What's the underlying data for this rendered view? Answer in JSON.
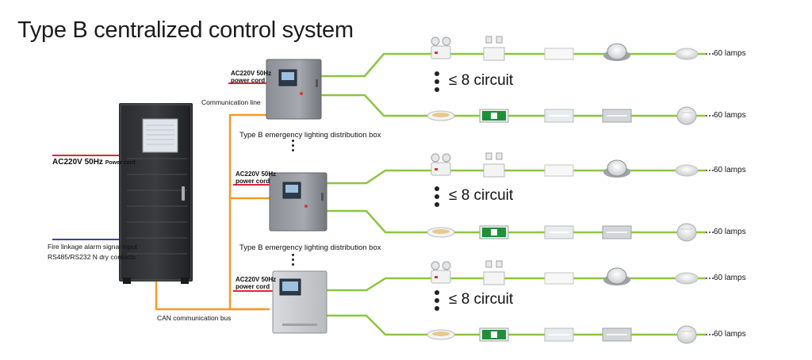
{
  "title": "Type B centralized control system",
  "cabinet": {
    "power_label_main": "AC220V 50Hz",
    "power_label_sub": "Power cord",
    "fire_signal_label": "Fire linkage alarm signal input",
    "rs485_label": "RS485/RS232 N dry contacts",
    "can_bus_label": "CAN communication bus"
  },
  "communication_line_label": "Communication line",
  "boxes": [
    {
      "power_label": "AC220V 50Hz",
      "power_cord_label": "power cord",
      "caption": "Type B emergency lighting distribution box"
    },
    {
      "power_label": "AC220V 50Hz",
      "power_cord_label": "power cord",
      "caption": "Type B emergency lighting distribution box"
    },
    {
      "power_label": "AC220V 50Hz",
      "power_cord_label": "power cord"
    }
  ],
  "circuits": [
    "≤ 8 circuit",
    "≤ 8 circuit",
    "≤ 8 circuit"
  ],
  "rows": [
    {
      "lamp_count": "60 lamps",
      "kind": "a"
    },
    {
      "lamp_count": "60 lamps",
      "kind": "b"
    },
    {
      "lamp_count": "60 lamps",
      "kind": "a"
    },
    {
      "lamp_count": "60 lamps",
      "kind": "b"
    },
    {
      "lamp_count": "60 lamps",
      "kind": "a"
    },
    {
      "lamp_count": "60 lamps",
      "kind": "b"
    }
  ],
  "colors": {
    "can_bus": "#f39a2c",
    "power_cord": "#e0243b",
    "fire_signal": "#3b4a9c",
    "circuit": "#8cc63f",
    "exit_sign_green": "#1f8f3a"
  },
  "icons": {
    "row_a": [
      "twin-spotlight-icon",
      "twin-head-wall-lamp-icon",
      "led-panel-icon",
      "ceiling-dome-lamp-icon",
      "round-ceiling-lamp-icon"
    ],
    "row_b": [
      "downlight-icon",
      "exit-sign-icon",
      "direction-sign-icon",
      "floor-direction-sign-icon",
      "wall-dome-lamp-icon"
    ]
  }
}
